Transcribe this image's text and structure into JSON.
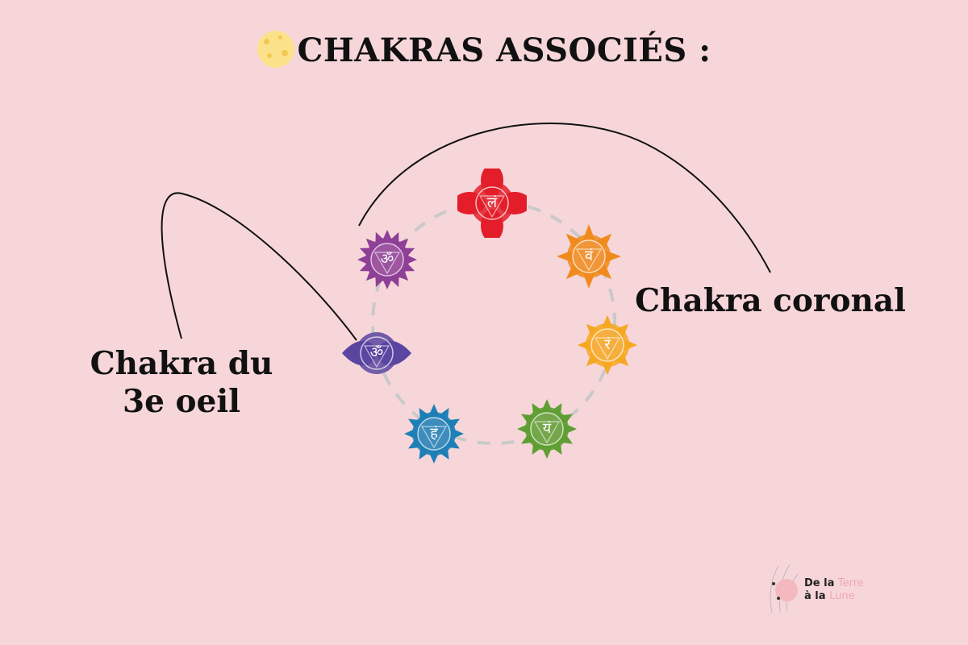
{
  "title": "CHAKRAS ASSOCIÉS :",
  "labels": {
    "third_eye": "Chakra du 3e oeil",
    "crown": "Chakra coronal"
  },
  "chakras": [
    {
      "name": "root",
      "symbol": "लं",
      "color": "#e31e2a"
    },
    {
      "name": "sacral",
      "symbol": "वं",
      "color": "#f08a1c"
    },
    {
      "name": "solar-plexus",
      "symbol": "रं",
      "color": "#f6a823"
    },
    {
      "name": "heart",
      "symbol": "यं",
      "color": "#5f9e33"
    },
    {
      "name": "throat",
      "symbol": "हं",
      "color": "#1d7fb6"
    },
    {
      "name": "third-eye",
      "symbol": "ॐ",
      "color": "#5a46a0"
    },
    {
      "name": "crown",
      "symbol": "ॐ",
      "color": "#8e3f96"
    }
  ],
  "logo": {
    "line1a": "De la",
    "line1b": "Terre",
    "line2a": "à la",
    "line2b": "Lune"
  }
}
